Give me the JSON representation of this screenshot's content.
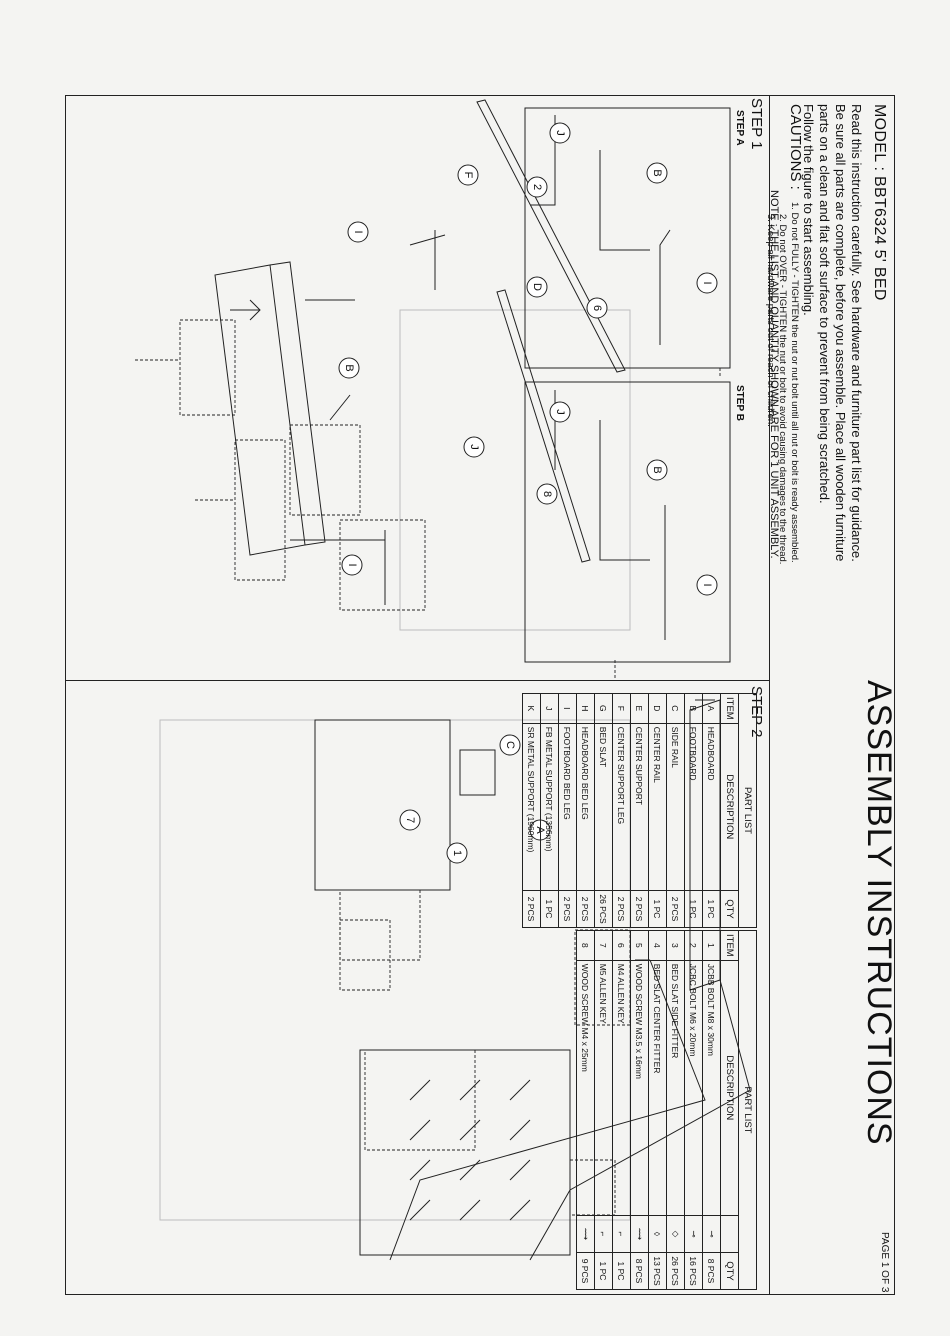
{
  "header": {
    "model": "MODEL : BBT6324 5' BED",
    "title": "ASSEMBLY INSTRUCTIONS",
    "page": "PAGE 1 OF 3"
  },
  "instructions": {
    "line1": "Read this instruction carefully. See hardware and furniture part list for guidance.",
    "line2": "Be sure all parts are complete, before you assemble. Place all wooden furniture",
    "line3": "parts on a clean and flat soft surface to prevent from being scratched.",
    "line4": "Follow the figure to start assembling."
  },
  "cautions": {
    "label": "CAUTIONS :",
    "item1": "1. Do not FULLY - TIGHTEN the nut or nut bolt until all nut or bolt is ready assembled.",
    "item2": "2. Do not OVER - TIGHTEN the nut or bolt to avoid causing damages to the thread.",
    "item3": "3. Keep all hardware parts out of reach of children."
  },
  "note": "NOTE : THE LIST AND QUANTITY SHOWN ARE FOR 1 UNIT ASSEMBLY.",
  "steps": {
    "step1": "STEP 1",
    "step2": "STEP 2",
    "stepA": "STEP A",
    "stepB": "STEP B"
  },
  "parts_table_1": {
    "title": "PART LIST",
    "headers": [
      "ITEM",
      "DESCRIPTION",
      "QTY"
    ],
    "rows": [
      [
        "A",
        "HEADBOARD",
        "1 PC"
      ],
      [
        "B",
        "FOOTBOARD",
        "1 PC"
      ],
      [
        "C",
        "SIDE RAIL",
        "2 PCS"
      ],
      [
        "D",
        "CENTER RAIL",
        "1 PC"
      ],
      [
        "E",
        "CENTER SUPPORT",
        "2 PCS"
      ],
      [
        "F",
        "CENTER SUPPORT LEG",
        "2 PCS"
      ],
      [
        "G",
        "BED SLAT",
        "26 PCS"
      ],
      [
        "H",
        "HEADBOARD BED LEG",
        "2 PCS"
      ],
      [
        "I",
        "FOOTBOARD BED LEG",
        "2 PCS"
      ],
      [
        "J",
        "FB METAL SUPPORT (1356mm)",
        "1 PC"
      ],
      [
        "K",
        "SR METAL SUPPORT (1960mm)",
        "2 PCS"
      ]
    ]
  },
  "parts_table_2": {
    "title": "PART LIST",
    "headers": [
      "ITEM",
      "DESCRIPTION",
      "",
      "QTY"
    ],
    "rows": [
      [
        "1",
        "JCBB BOLT M8 x 30mm",
        "bolt-icon",
        "8 PCS"
      ],
      [
        "2",
        "JCBC BOLT M6 x 20mm",
        "bolt-icon",
        "16 PCS"
      ],
      [
        "3",
        "BED SLAT SIDE FITTER",
        "slat-side-fitter-icon",
        "26 PCS"
      ],
      [
        "4",
        "BED SLAT CENTER FITTER",
        "slat-center-fitter-icon",
        "13 PCS"
      ],
      [
        "5",
        "WOOD SCREW M3.5 x 16mm",
        "screw-icon",
        "8 PCS"
      ],
      [
        "6",
        "M4 ALLEN KEY",
        "allen-key-icon",
        "1 PC"
      ],
      [
        "7",
        "M5 ALLEN KEY",
        "allen-key-icon",
        "1 PC"
      ],
      [
        "8",
        "WOOD SCREW M4 x 25mm",
        "screw-icon",
        "9 PCS"
      ]
    ]
  },
  "callouts": {
    "step1": [
      "D",
      "F",
      "I",
      "J",
      "B",
      "I",
      "J",
      "B",
      "2",
      "6",
      "I",
      "J",
      "B",
      "8",
      "I"
    ],
    "step2": [
      "C",
      "A",
      "7",
      "1"
    ]
  }
}
